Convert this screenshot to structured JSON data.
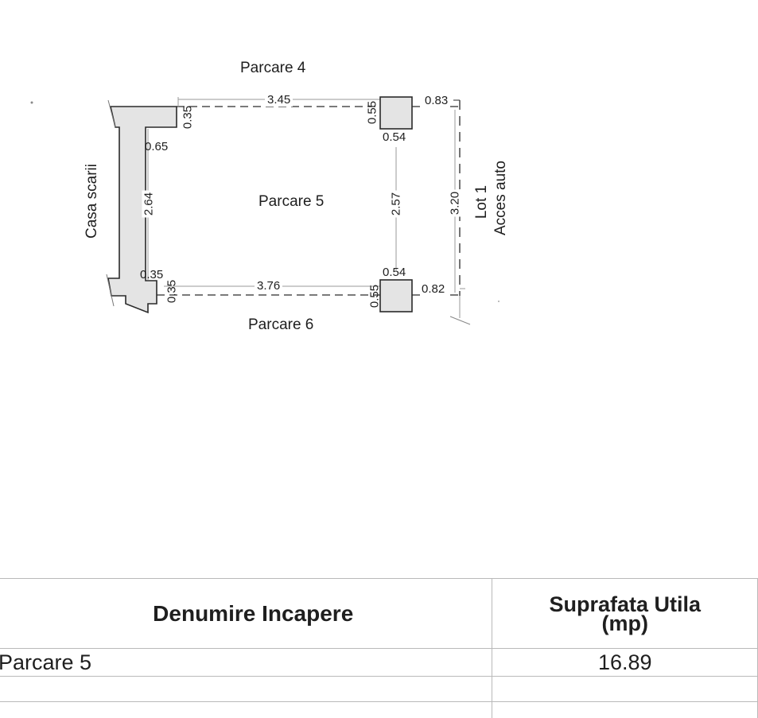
{
  "plan": {
    "rooms": {
      "parcare_4": "Parcare 4",
      "parcare_5": "Parcare 5",
      "parcare_6": "Parcare 6",
      "casa_scarii": "Casa scarii",
      "lot_1": "Lot 1",
      "acces_auto": "Acces auto"
    },
    "dimensions": {
      "top_length": "3.45",
      "top_wall_thickness": "0.35",
      "top_column_height": "0.55",
      "top_column_width": "0.54",
      "top_right_offset": "0.83",
      "left_offset_top": "0.65",
      "left_height": "2.64",
      "center_height": "2.57",
      "right_height": "3.20",
      "bottom_length": "3.76",
      "bottom_wall_thickness": "0.35",
      "bottom_step": "0.35",
      "bottom_column_height": "0.55",
      "bottom_column_width": "0.54",
      "bottom_right_offset": "0.82"
    },
    "colors": {
      "wall_fill": "#e4e4e4",
      "line": "#2a2a2a",
      "dim_line": "#9a9a9a"
    }
  },
  "table": {
    "headers": {
      "name": "Denumire Incapere",
      "area_line1": "Suprafata Utila",
      "area_line2": "(mp)"
    },
    "rows": [
      {
        "name": "Parcare 5",
        "area": "16.89"
      },
      {
        "name": "",
        "area": ""
      },
      {
        "name": "",
        "area": ""
      }
    ]
  }
}
